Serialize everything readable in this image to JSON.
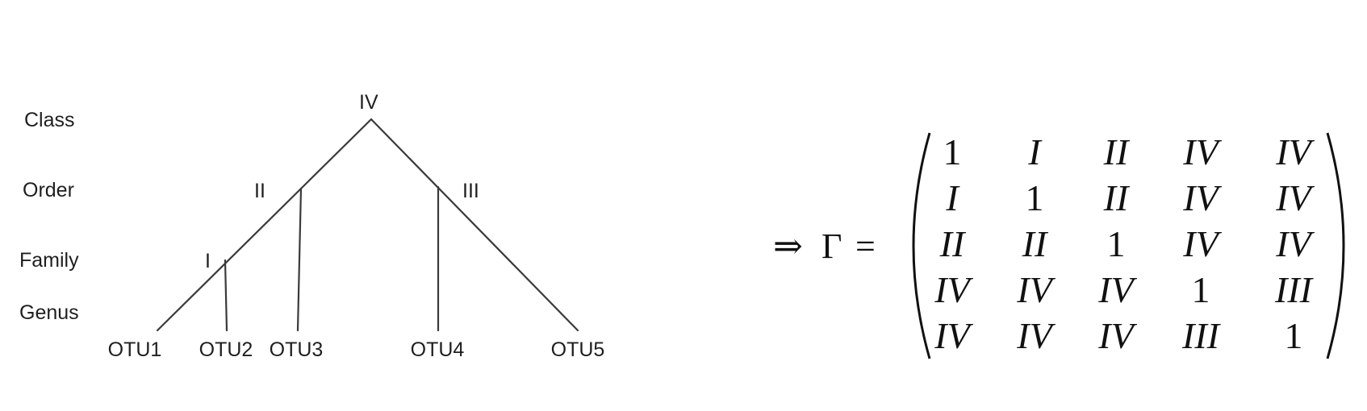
{
  "levels": [
    "Class",
    "Order",
    "Family",
    "Genus"
  ],
  "nodes": {
    "root": "IV",
    "left_order": "II",
    "right_order": "III",
    "family": "I"
  },
  "otus": [
    "OTU1",
    "OTU2",
    "OTU3",
    "OTU4",
    "OTU5"
  ],
  "equation": {
    "arrow": "⇒",
    "symbol": "Γ",
    "equals": "="
  },
  "matrix": [
    [
      "1",
      "I",
      "II",
      "IV",
      "IV"
    ],
    [
      "I",
      "1",
      "II",
      "IV",
      "IV"
    ],
    [
      "II",
      "II",
      "1",
      "IV",
      "IV"
    ],
    [
      "IV",
      "IV",
      "IV",
      "1",
      "III"
    ],
    [
      "IV",
      "IV",
      "IV",
      "III",
      "1"
    ]
  ]
}
